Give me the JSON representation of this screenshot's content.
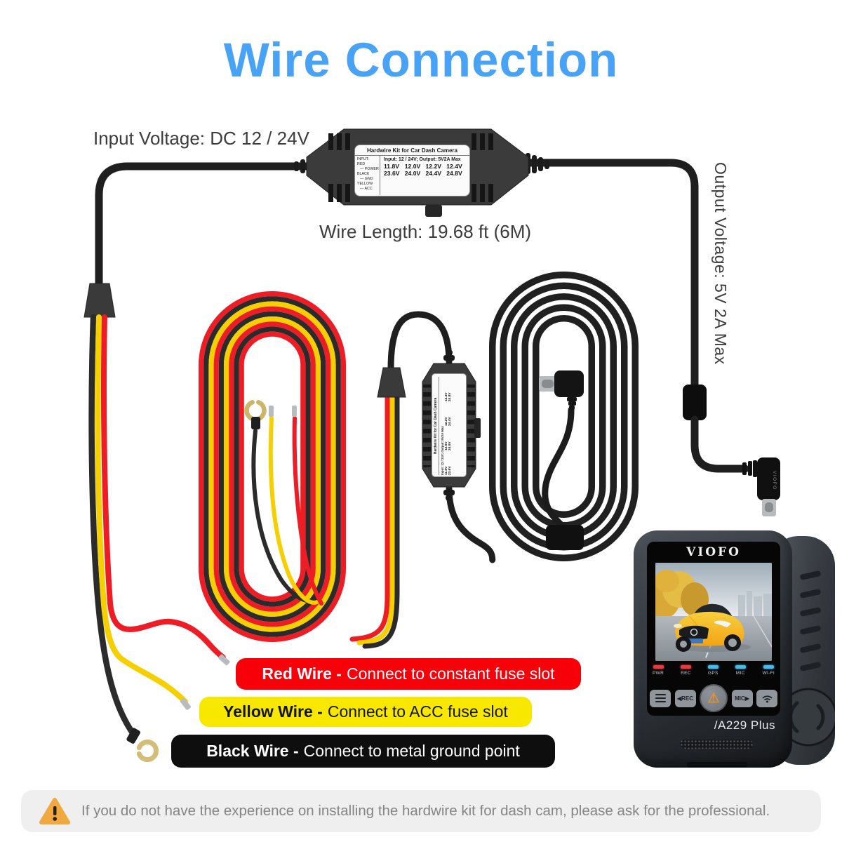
{
  "title": {
    "text": "Wire Connection",
    "color": "#48a2f5"
  },
  "annotations": {
    "input_voltage": "Input Voltage: DC 12 / 24V",
    "wire_length": "Wire Length: 19.68 ft (6M)",
    "output_voltage": "Output Voltage: 5V 2A Max"
  },
  "hardwire_kit_label": {
    "title": "Hardwire Kit for Car Dash Camera",
    "io": "Input: 12 / 24V; Output: 5V2A Max",
    "input_lines": [
      "INPUT:",
      "RED",
      "— POWER",
      "BLACK",
      "— GND",
      "YELLOW",
      "— ACC"
    ],
    "v12": [
      "11.8V",
      "12.0V",
      "12.2V",
      "12.4V"
    ],
    "v24": [
      "23.6V",
      "24.0V",
      "24.4V",
      "24.8V"
    ]
  },
  "usb_plug": {
    "brand": "VIOFO"
  },
  "dashcam": {
    "brand": "VIOFO",
    "model": "/A229 Plus",
    "leds": [
      {
        "label": "PWR",
        "color": "#ea3940"
      },
      {
        "label": "REC",
        "color": "#ea3940"
      },
      {
        "label": "GPS",
        "color": "#49b9ea"
      },
      {
        "label": "MIC",
        "color": "#49b9ea"
      },
      {
        "label": "WI-FI",
        "color": "#49b9ea"
      }
    ],
    "buttons": {
      "rec": "◀REC",
      "alert": "⚠",
      "mic": "MIC▶"
    }
  },
  "wire_callouts": [
    {
      "bold": "Red Wire -",
      "rest": "Connect to constant fuse slot",
      "bg": "#f70009",
      "fg": "#ffffff"
    },
    {
      "bold": "Yellow Wire -",
      "rest": "Connect to ACC fuse slot",
      "bg": "#f8e800",
      "fg": "#141414"
    },
    {
      "bold": "Black Wire -",
      "rest": "Connect to metal ground point",
      "bg": "#0e0e0e",
      "fg": "#ffffff"
    }
  ],
  "disclaimer": "If you do not have the experience on installing the hardwire kit for dash cam, please ask for the professional.",
  "wire_colors": {
    "red": "#ee1c25",
    "yellow": "#f5cf00",
    "black": "#2b2b2b"
  }
}
